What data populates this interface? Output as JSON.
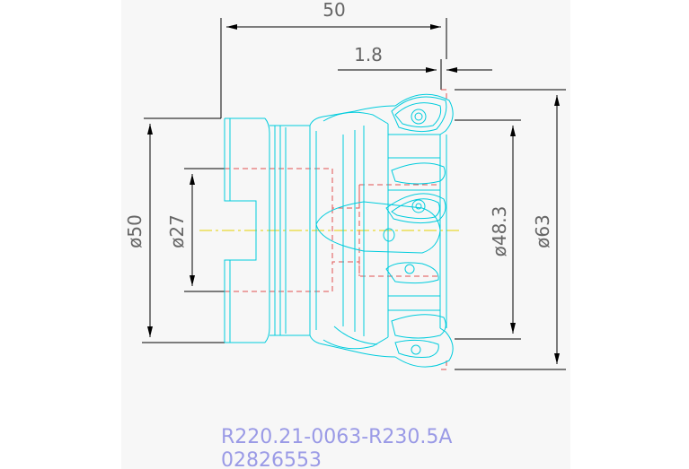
{
  "drawing": {
    "dimensions": {
      "overall_length": "50",
      "edge_offset": "1.8",
      "body_diameter": "ø50",
      "bore_diameter": "ø27",
      "inner_diameter": "ø48.3",
      "cutting_diameter": "ø63"
    },
    "part_number": "R220.21-0063-R230.5A",
    "order_code": "02826553"
  },
  "colors": {
    "background": "#ffffff",
    "panel": "#f7f7f7",
    "dimension": "#000000",
    "dimension_text": "#666666",
    "outline": "#00ccdd",
    "hidden_line": "#e05050",
    "center_line": "#e6d200",
    "caption": "#9a9ae6"
  }
}
